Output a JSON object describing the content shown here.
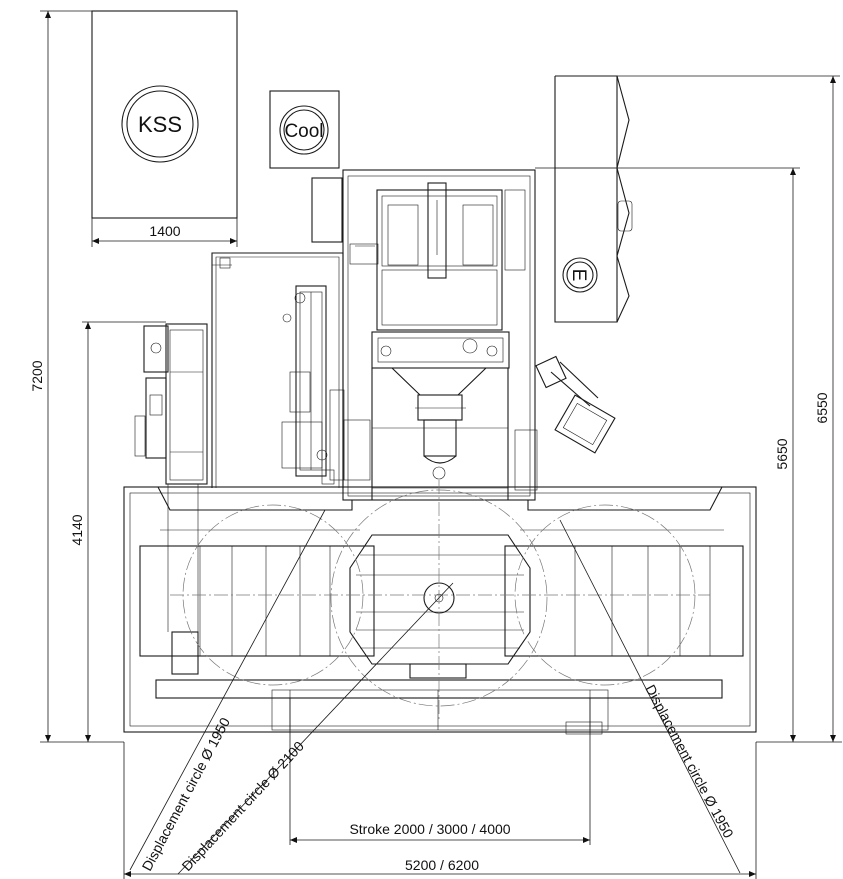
{
  "dimensions": {
    "width_kss": "1400",
    "height_total": "7200",
    "height_left": "4140",
    "height_right_inner": "5650",
    "height_right_outer": "6550",
    "stroke": "Stroke 2000 / 3000 / 4000",
    "overall_width": "5200 / 6200"
  },
  "circles": {
    "left": "Displacement circle Ø 1950",
    "center": "Displacement circle Ø 2100",
    "right": "Displacement circle Ø 1950"
  },
  "units": {
    "kss": "KSS",
    "cool": "Cool",
    "electric": "E"
  }
}
